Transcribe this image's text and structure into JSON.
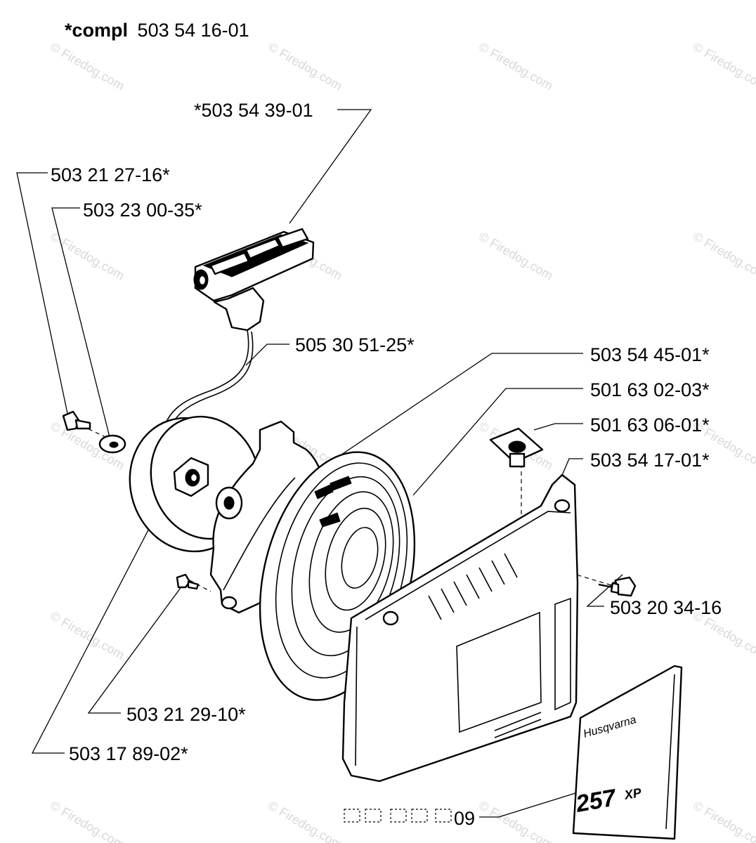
{
  "assembly": {
    "prefix": "*compl",
    "number": "503 54 16-01"
  },
  "parts": [
    {
      "id": "handle",
      "label": "*503 54 39-01"
    },
    {
      "id": "screw-left",
      "label": "503 21 27-16*"
    },
    {
      "id": "washer",
      "label": "503 23 00-35*"
    },
    {
      "id": "rope",
      "label": "505 30 51-25*"
    },
    {
      "id": "pulley-cover",
      "label": "503 54 45-01*"
    },
    {
      "id": "spring",
      "label": "501 63 02-03*"
    },
    {
      "id": "grommet",
      "label": "501 63 06-01*"
    },
    {
      "id": "housing",
      "label": "503 54 17-01*"
    },
    {
      "id": "screw-right",
      "label": "503 20 34-16"
    },
    {
      "id": "small-screw",
      "label": "503 21 29-10*"
    },
    {
      "id": "pulley",
      "label": "503 17 89-02*"
    },
    {
      "id": "decal",
      "label": "09"
    }
  ],
  "decal": {
    "brand": "Husqvarna",
    "model": "257",
    "suffix": "XP"
  },
  "watermark": "© Firedog.com",
  "colors": {
    "ink": "#000000",
    "background": "#ffffff",
    "watermark": "#d8d8d8"
  }
}
